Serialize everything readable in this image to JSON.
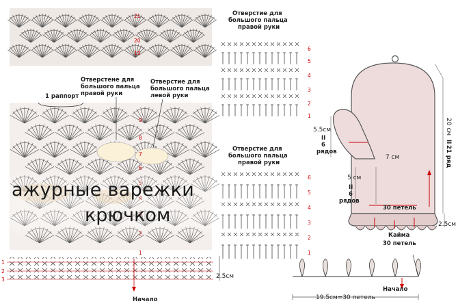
{
  "main_chart": {
    "top_row_labels": [
      "21",
      "20",
      "19"
    ],
    "middle_row_labels": [
      "9",
      "8",
      "7",
      "6",
      "5",
      "4",
      "3",
      "2",
      "1"
    ],
    "bottom_row_labels": [
      "1",
      "2",
      "3"
    ],
    "repeat_label": "1 раппорт",
    "thumb_hole_right_label": "Отверстене для большого пальца правой руки",
    "thumb_hole_left_label": "Отверстие для большого пальца левой руки",
    "start_label": "Начало",
    "height_label": "2.5см"
  },
  "title": {
    "line1": "ажурные варежки",
    "line2": "крючком"
  },
  "detail_top": {
    "heading": "Отверстие для большого пальца правой руки",
    "rows": [
      "6",
      "5",
      "4",
      "3",
      "2",
      "1"
    ]
  },
  "detail_bottom": {
    "heading": "Отверстие для большого пальца правой руки",
    "rows": [
      "6",
      "5",
      "4",
      "3",
      "2",
      "1"
    ]
  },
  "mitten": {
    "thumb_height": "5.5см",
    "thumb_rows": "6 рядов",
    "thumb_width": "7 см",
    "hole_height": "5 см",
    "hole_rows": "6 рядов",
    "body_height": "20 см",
    "body_rows": "21 ряд",
    "cuff_stitches": "30 петель",
    "cuff_label": "Кайма",
    "cuff_bottom_stitches": "30 петель",
    "cuff_height": "2.5см"
  },
  "edging": {
    "start_label": "Начало",
    "length_label": "19.5см=30 петель"
  },
  "colors": {
    "mitten_fill": "#eedcdc",
    "mitten_stroke": "#555555",
    "accent_red": "#cc1f1f",
    "chart_band": "#ede6e2"
  }
}
